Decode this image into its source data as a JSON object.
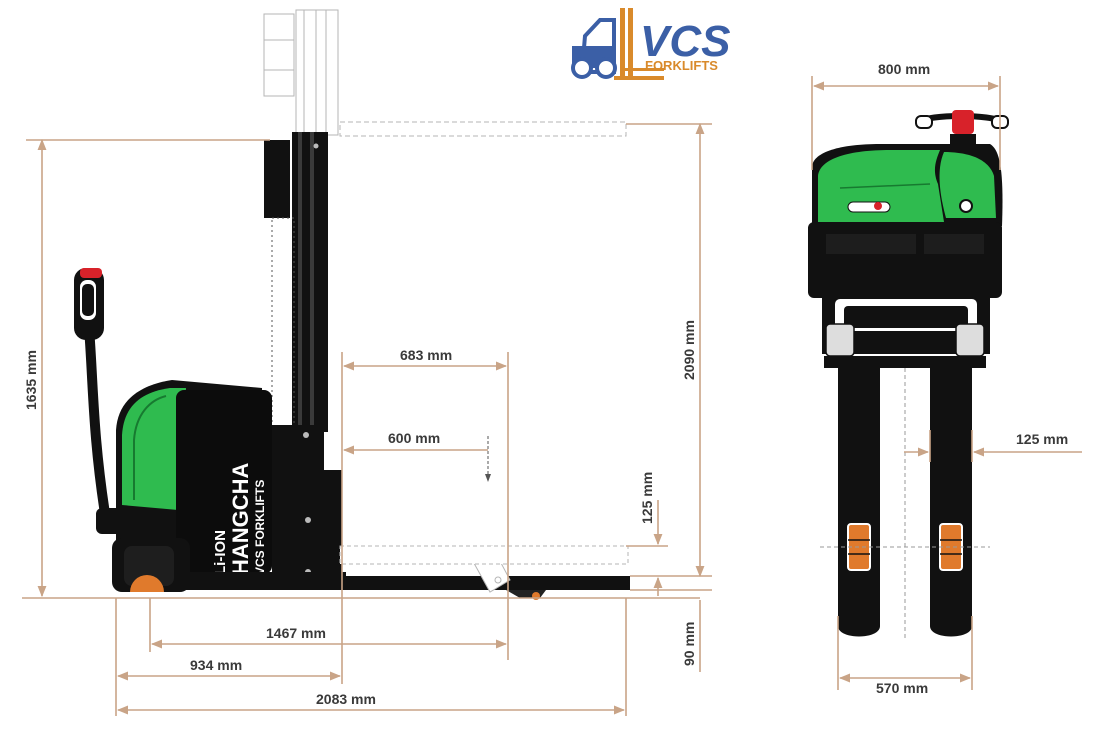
{
  "logo": {
    "brand_main": "VCS",
    "brand_sub": "FORKLIFTS"
  },
  "truck_branding": {
    "battery_text": "Li-ION",
    "maker_text": "HANGCHA",
    "dealer_text": "VCS FORKLIFTS"
  },
  "colors": {
    "body_green": "#2fbb4f",
    "chassis_black": "#111111",
    "dimension_line": "#c9a487",
    "logo_blue": "#3b5fa6",
    "logo_orange": "#d98a2b",
    "handle_red": "#d8222a",
    "wheel_orange": "#e07a2c"
  },
  "side_view": {
    "dim_1635": "1635 mm",
    "dim_2090": "2090 mm",
    "dim_683": "683 mm",
    "dim_600": "600 mm",
    "dim_125": "125 mm",
    "dim_90": "90 mm",
    "dim_1467": "1467 mm",
    "dim_934": "934 mm",
    "dim_2083": "2083 mm"
  },
  "front_view": {
    "dim_800": "800 mm",
    "dim_125": "125 mm",
    "dim_570": "570 mm"
  }
}
